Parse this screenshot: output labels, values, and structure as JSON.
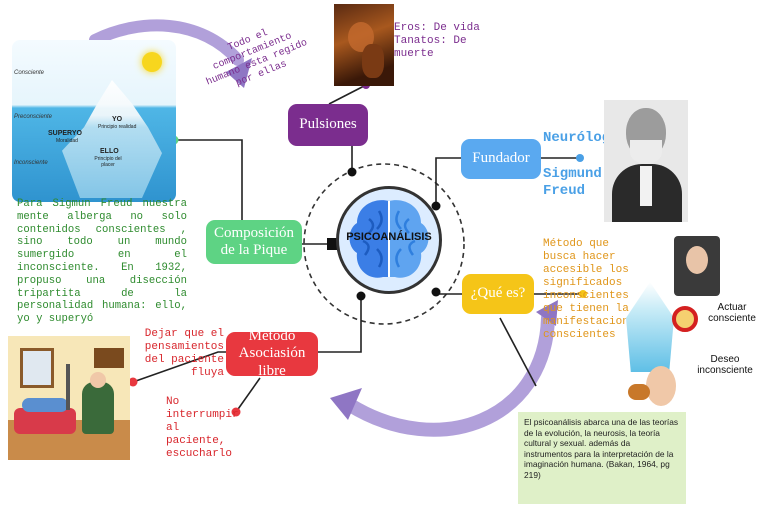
{
  "center": {
    "label": "PSICOANÁLISIS"
  },
  "nodes": {
    "pulsiones": "Pulsiones",
    "fundador": "Fundador",
    "composicion": "Composición de la Pique",
    "que_es": "¿Qué es?",
    "metodo": "Método Asociasión libre"
  },
  "texts": {
    "pulsiones_note": "Todo el comportamiento humano esta regido por ellas",
    "eros": "Eros: De vida",
    "tanatos": "Tanatos: De muerte",
    "neurologo": "Neurólogo",
    "sigmund": "Sigmund Freud",
    "que_es_text": "Método que busca hacer accesible los significados inconscientes que tienen la manifestaciones conscientes",
    "composicion_text": "Para Sigmun Freud nuestra mente alberga no solo contenidos conscientes , sino todo un mundo sumergido en el inconsciente. En 1932, propuso una disección tripartita de la personalidad humana: ello, yo y superyó",
    "dejar": "Dejar que el pensamientos del paciente fluya",
    "no_interrumpir": "No interrumpir al paciente, escucharlo",
    "quote": "El psicoanálisis abarca una de las teorías de la evolución, la neurosis, la teoría cultural y sexual. además da instrumentos para la interpretación de la imaginación humana. (Bakan, 1964, pg 219)"
  },
  "iceberg": {
    "consciente": "Consciente",
    "preconsciente": "Preconsciente",
    "inconsciente": "Inconsciente",
    "yo": "YO",
    "yo_sub": "Principio realidad",
    "superyo": "SUPERYO",
    "superyo_sub": "Moralidad",
    "ello": "ELLO",
    "ello_sub": "Principio del placer"
  },
  "right_image": {
    "actuar": "Actuar consciente",
    "deseo": "Deseo inconsciente"
  },
  "colors": {
    "pulsiones": "#7b2d8e",
    "fundador": "#5aa9f0",
    "composicion": "#5ed384",
    "que_es": "#f5c518",
    "metodo": "#e8383f",
    "purple_text": "#7b2d8e",
    "blue_text": "#4aa0e6",
    "green_text": "#2e8b2e",
    "orange_text": "#e0961a",
    "red_text": "#d8262c",
    "arrow": "#9a86c8"
  }
}
